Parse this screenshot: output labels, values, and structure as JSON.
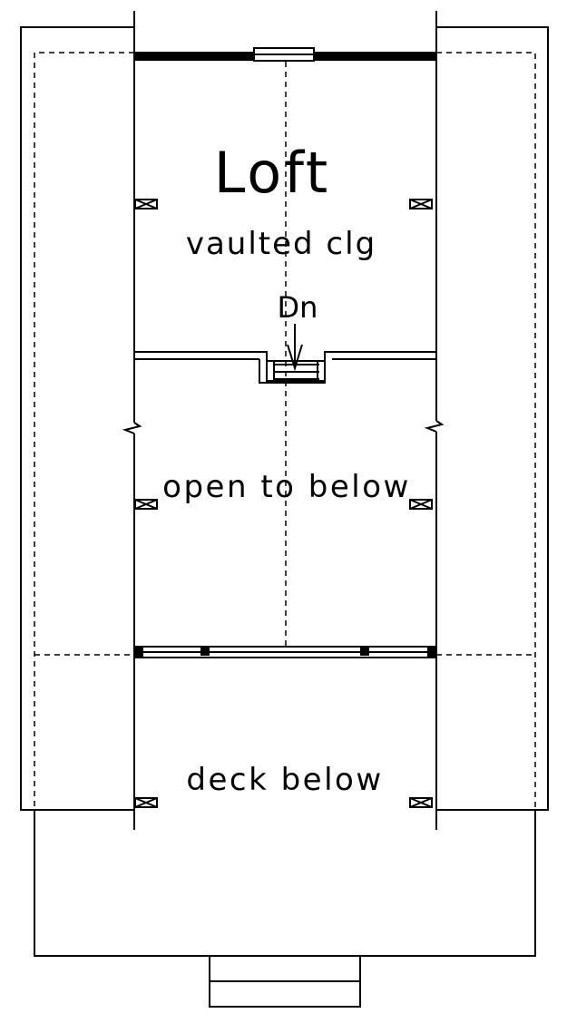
{
  "labels": {
    "loft": "Loft",
    "vaulted": "vaulted clg",
    "down": "Dn",
    "open": "open to below",
    "deck": "deck below"
  },
  "colors": {
    "line": "#000000",
    "background": "#ffffff"
  }
}
